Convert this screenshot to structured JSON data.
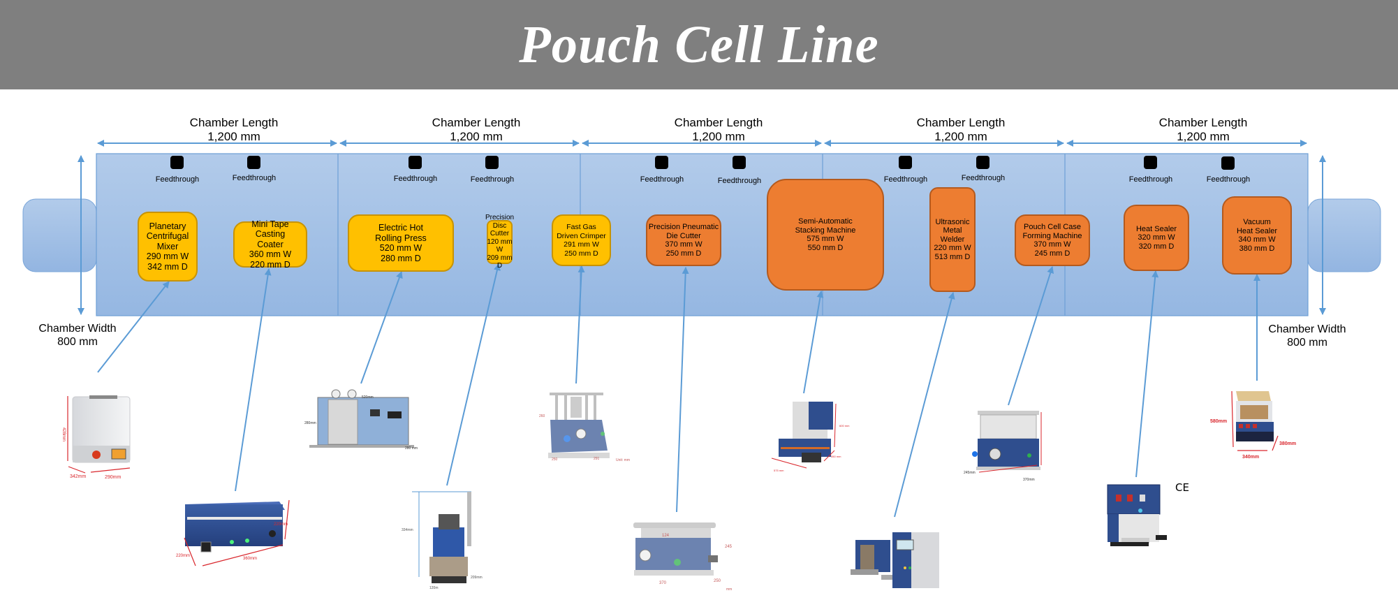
{
  "title": "Pouch Cell Line",
  "chamber_length_label": "Chamber Length",
  "chamber_length_value": "1,200 mm",
  "chamber_width_label": "Chamber Width",
  "chamber_width_value": "800 mm",
  "chambers": [
    {
      "length_label": "Chamber Length",
      "length_value": "1,200 mm"
    },
    {
      "length_label": "Chamber Length",
      "length_value": "1,200 mm"
    },
    {
      "length_label": "Chamber Length",
      "length_value": "1,200 mm"
    },
    {
      "length_label": "Chamber Length",
      "length_value": "1,200 mm"
    },
    {
      "length_label": "Chamber Length",
      "length_value": "1,200 mm"
    }
  ],
  "feedthrough_label": "Feedthrough",
  "colors": {
    "banner": "#7f7f7f",
    "chamber_fill": "#a9c4e6",
    "arrow": "#5b9bd5",
    "equipment_yellow": "#ffc000",
    "equipment_orange": "#ed7d31",
    "dimension_red": "#d9262c"
  },
  "equipment": [
    {
      "name": "Planetary\nCentrifugal\nMixer",
      "width": "290 mm W",
      "depth": "342 mm D",
      "color": "yellow"
    },
    {
      "name": "Mini Tape\nCasting\nCoater",
      "width": "360 mm W",
      "depth": "220 mm D",
      "color": "yellow"
    },
    {
      "name": "Electric Hot\nRolling Press",
      "width": "520 mm W",
      "depth": "280 mm D",
      "color": "yellow"
    },
    {
      "name": "Precision\nDisc Cutter",
      "width": "120 mm W",
      "depth": "209 mm D",
      "color": "yellow"
    },
    {
      "name": "Fast Gas\nDriven Crimper",
      "width": "291 mm W",
      "depth": "250 mm D",
      "color": "yellow"
    },
    {
      "name": "Precision Pneumatic\nDie Cutter",
      "width": "370 mm W",
      "depth": "250 mm D",
      "color": "orange"
    },
    {
      "name": "Semi-Automatic\nStacking Machine",
      "width": "575 mm W",
      "depth": "550 mm D",
      "color": "orange"
    },
    {
      "name": "Ultrasonic\nMetal\nWelder",
      "width": "220 mm W",
      "depth": "513 mm D",
      "color": "orange"
    },
    {
      "name": "Pouch Cell Case\nForming Machine",
      "width": "370 mm W",
      "depth": "245 mm D",
      "color": "orange"
    },
    {
      "name": "Heat Sealer",
      "width": "320 mm W",
      "depth": "320 mm D",
      "color": "orange"
    },
    {
      "name": "Vacuum\nHeat Sealer",
      "width": "340 mm W",
      "depth": "380 mm D",
      "color": "orange"
    }
  ],
  "product_photos": [
    {
      "name": "planetary-centrifugal-mixer-photo",
      "dims": [
        "428mm",
        "342mm",
        "290mm"
      ]
    },
    {
      "name": "mini-tape-casting-coater-photo",
      "dims": [
        "220mm",
        "360mm",
        "220mm"
      ]
    },
    {
      "name": "electric-hot-rolling-press-photo",
      "dims": [
        "520mm",
        "280mm",
        "280 mm"
      ]
    },
    {
      "name": "precision-disc-cutter-photo",
      "dims": [
        "334mm",
        "120m",
        "209mm"
      ]
    },
    {
      "name": "fast-gas-driven-crimper-photo",
      "dims": [
        "260",
        "250",
        "291",
        "Unit: mm"
      ]
    },
    {
      "name": "precision-pneumatic-die-cutter-photo",
      "dims": [
        "124",
        "245",
        "370",
        "250",
        "mm"
      ]
    },
    {
      "name": "semi-automatic-stacking-machine-photo",
      "dims": [
        "600 mm",
        "550 mm",
        "575 mm"
      ]
    },
    {
      "name": "ultrasonic-metal-welder-photo",
      "dims": []
    },
    {
      "name": "pouch-cell-case-forming-machine-photo",
      "dims": [
        "245mm",
        "370mm"
      ]
    },
    {
      "name": "heat-sealer-photo",
      "dims": []
    },
    {
      "name": "vacuum-heat-sealer-photo",
      "dims": [
        "580mm",
        "380mm",
        "340mm"
      ]
    }
  ],
  "ce_mark": "CE"
}
